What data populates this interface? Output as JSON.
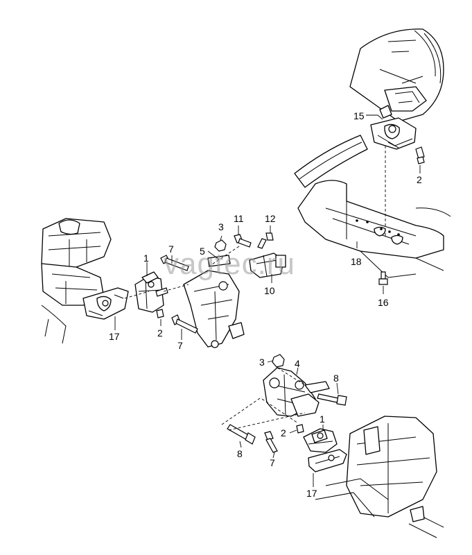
{
  "watermark": "vagtec.ru",
  "callouts": {
    "c1_left": "1",
    "c2_left": "2",
    "c3_upper": "3",
    "c5": "5",
    "c7_upper": "7",
    "c7_mid": "7",
    "c10": "10",
    "c11": "11",
    "c12": "12",
    "c17_left": "17",
    "c15": "15",
    "c2_right": "2",
    "c18": "18",
    "c16": "16",
    "c3_lower": "3",
    "c4": "4",
    "c8_right": "8",
    "c1_lower": "1",
    "c2_lower": "2",
    "c8_left": "8",
    "c7_lower": "7",
    "c17_lower": "17"
  }
}
